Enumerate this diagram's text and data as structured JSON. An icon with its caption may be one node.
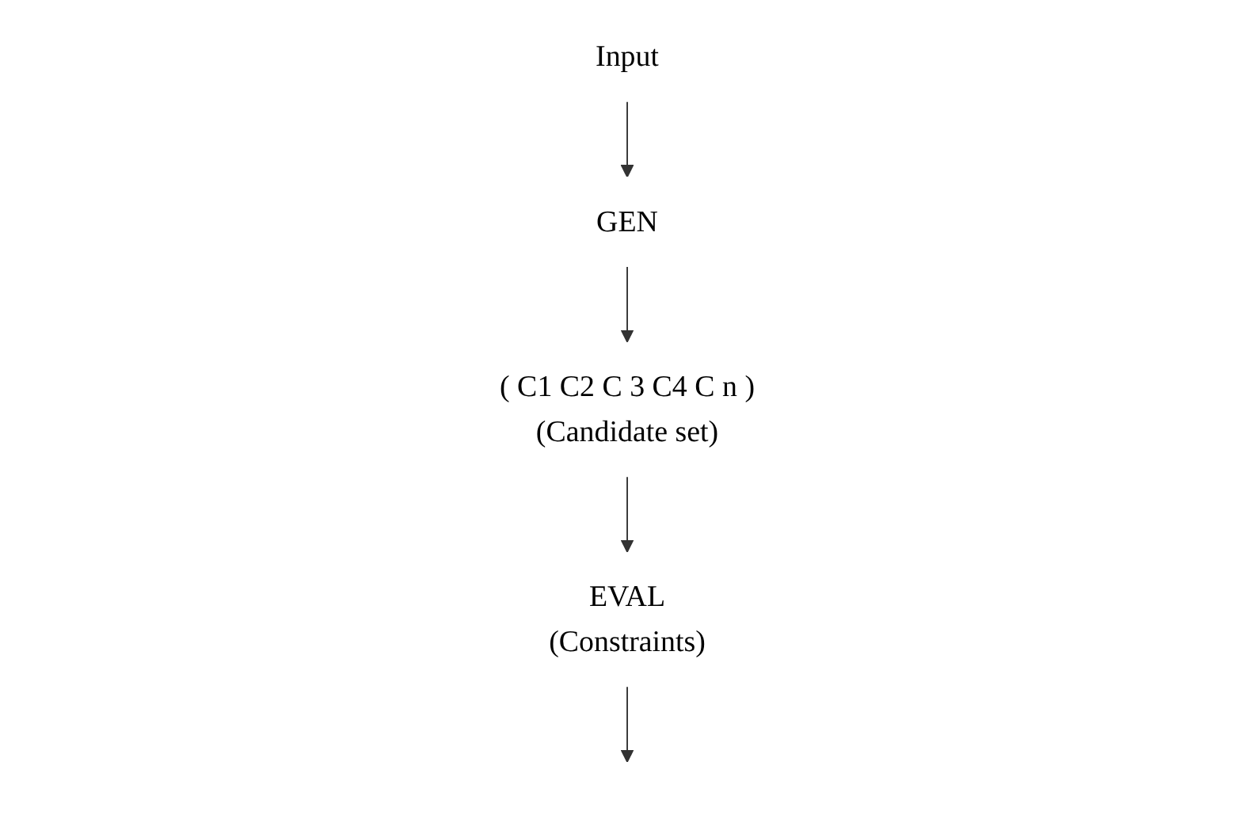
{
  "diagram": {
    "nodes": [
      {
        "text": [
          "Input"
        ]
      },
      {
        "text": [
          "GEN"
        ]
      },
      {
        "text": [
          "( C1 C2 C 3 C4 C n )"
        ],
        "beside": [
          "(Candidate set)"
        ]
      },
      {
        "text": [
          "EVAL"
        ],
        "beside": [
          "(Constraints)"
        ]
      }
    ],
    "edges": [
      {
        "from": 0,
        "to": 1,
        "arrow": "to"
      },
      {
        "from": 1,
        "to": 2,
        "arrow": "to"
      },
      {
        "from": 2,
        "to": 3,
        "arrow": "to"
      },
      {
        "from": 3,
        "to": null,
        "arrow": "to"
      }
    ]
  }
}
